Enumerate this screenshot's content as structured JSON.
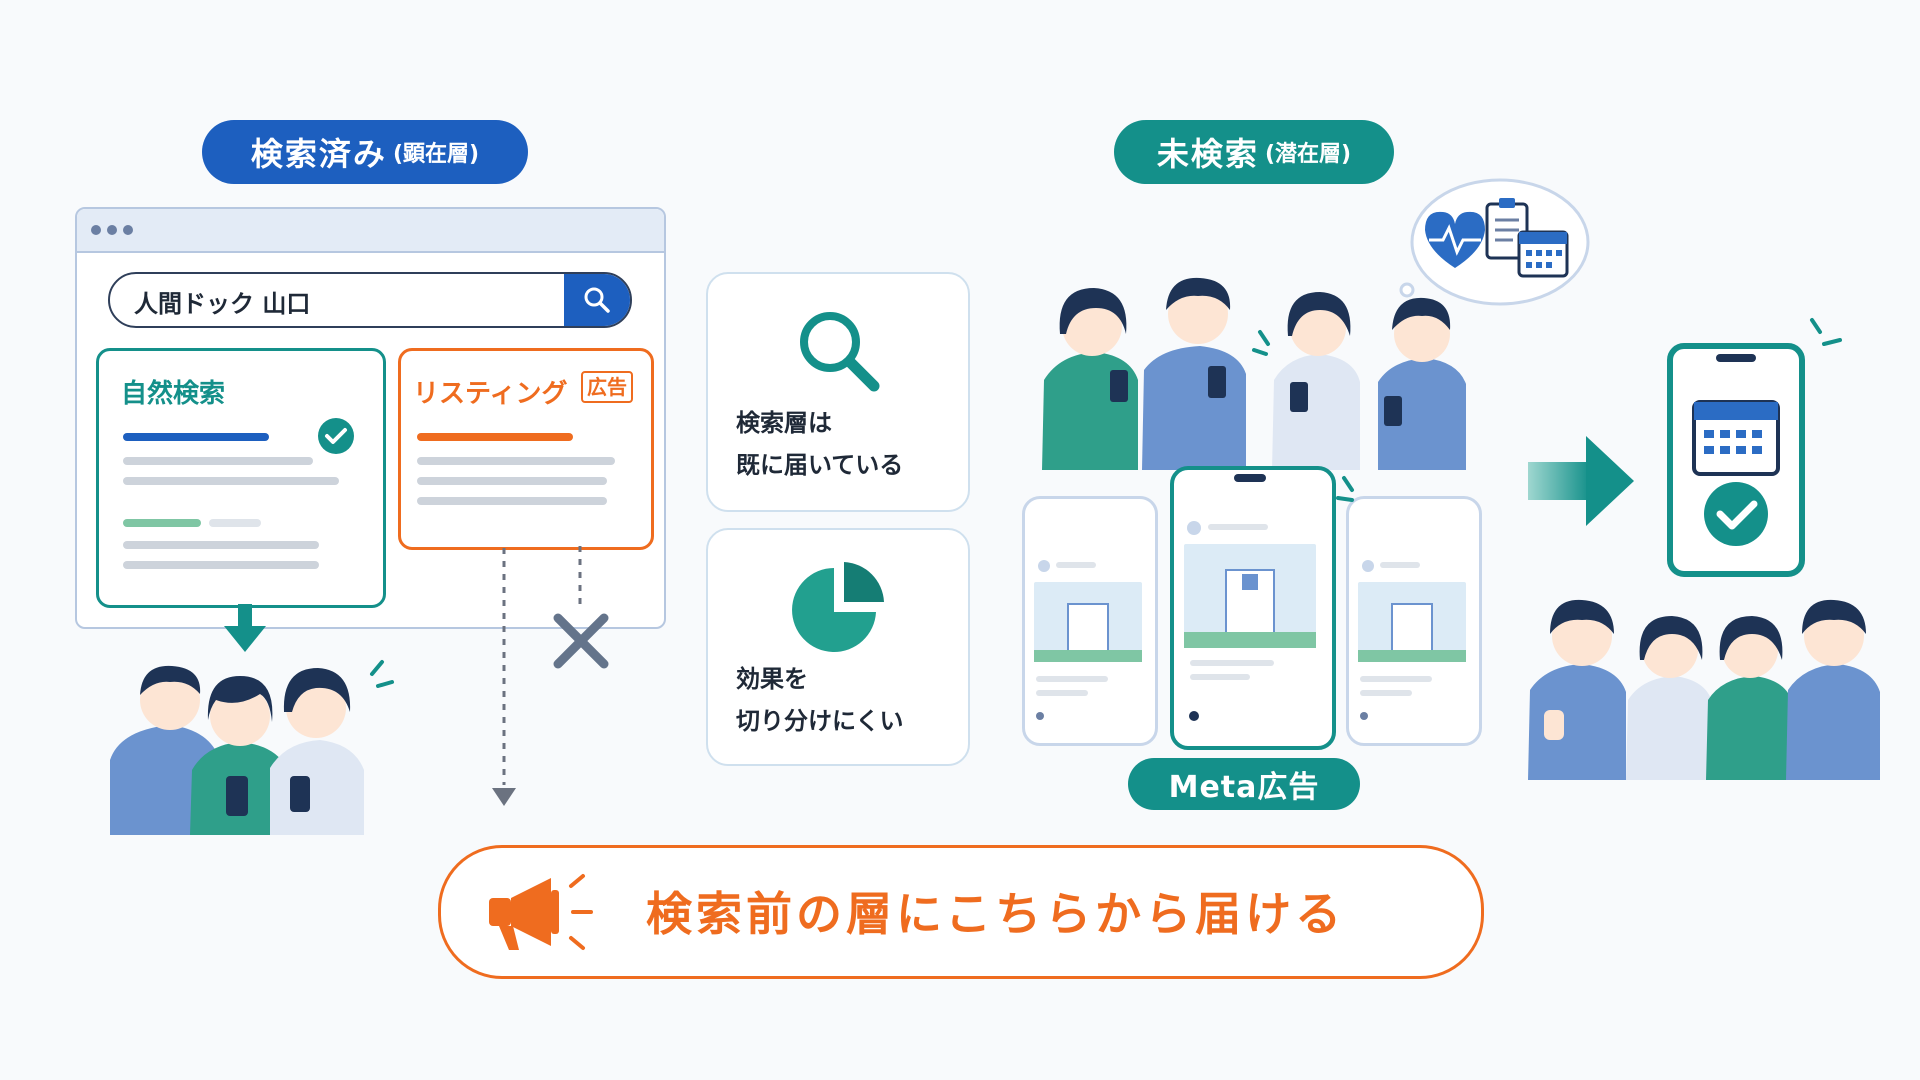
{
  "left_panel": {
    "pill_main": "検索済み",
    "pill_sub": "(顕在層)",
    "search_query": "人間ドック 山口",
    "organic_label": "自然検索",
    "listing_label": "リスティング",
    "ad_badge": "広告"
  },
  "middle_panel": {
    "box1_line1": "検索層は",
    "box1_line2": "既に届いている",
    "box2_line1": "効果を",
    "box2_line2": "切り分けにくい"
  },
  "right_panel": {
    "pill_main": "未検索",
    "pill_sub": "(潜在層)",
    "meta_label": "Meta広告"
  },
  "bottom_banner": {
    "text": "検索前の層にこちらから届ける"
  },
  "colors": {
    "blue": "#1d5fbf",
    "teal": "#14908a",
    "orange": "#ef6c1f",
    "gray_line": "#cdd3db"
  }
}
